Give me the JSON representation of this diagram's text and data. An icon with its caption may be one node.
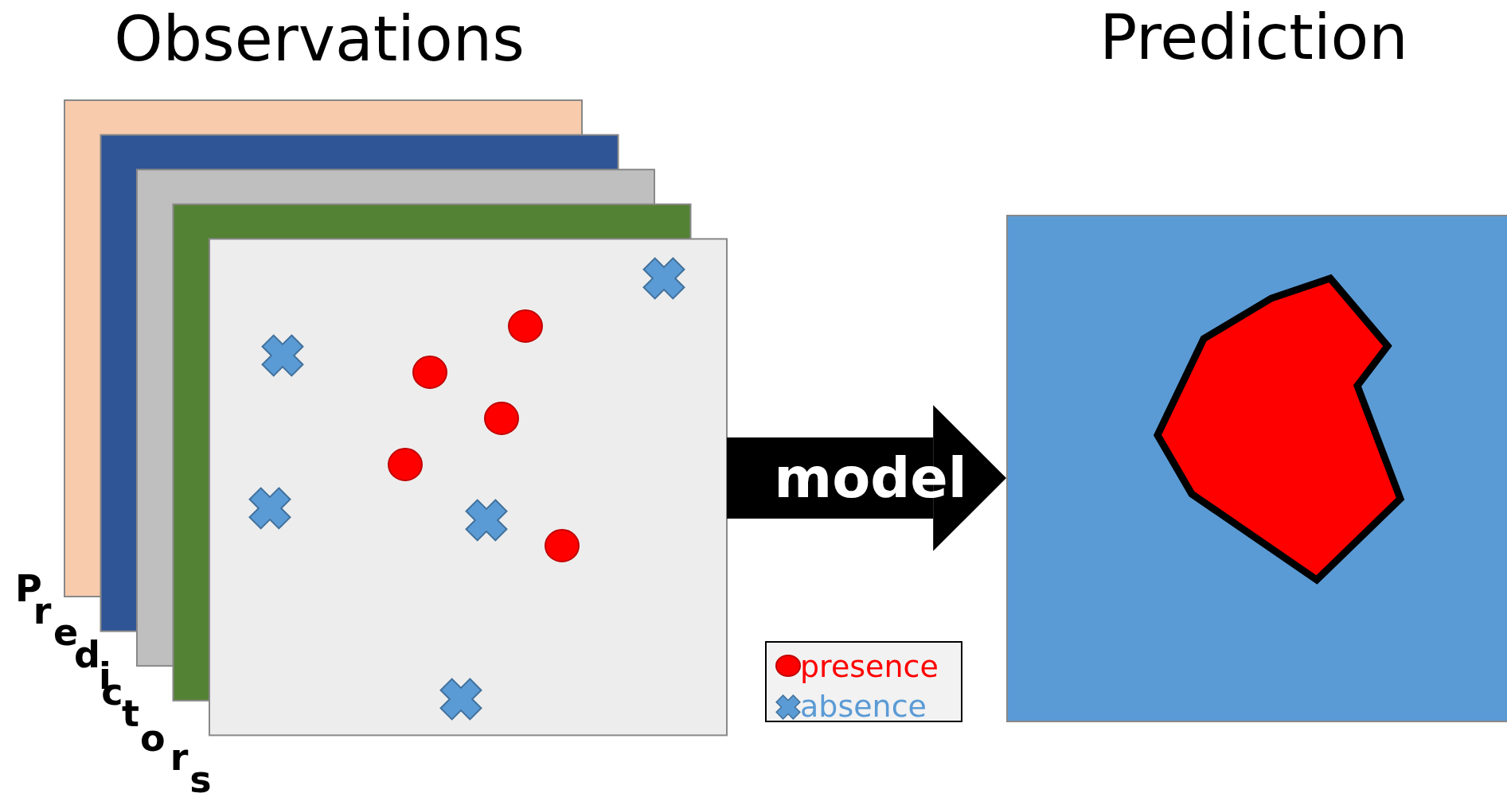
{
  "diagram": {
    "nodes": [
      {
        "text": [
          "Observations"
        ]
      },
      {
        "text": [
          "Prediction"
        ]
      }
    ],
    "edges": [
      {
        "from": 0,
        "to": 1,
        "arrow": "to",
        "label": "model"
      }
    ],
    "labels": [
      "Predictors"
    ],
    "legend": [
      {
        "text": "presence"
      },
      {
        "text": "absence"
      }
    ]
  }
}
